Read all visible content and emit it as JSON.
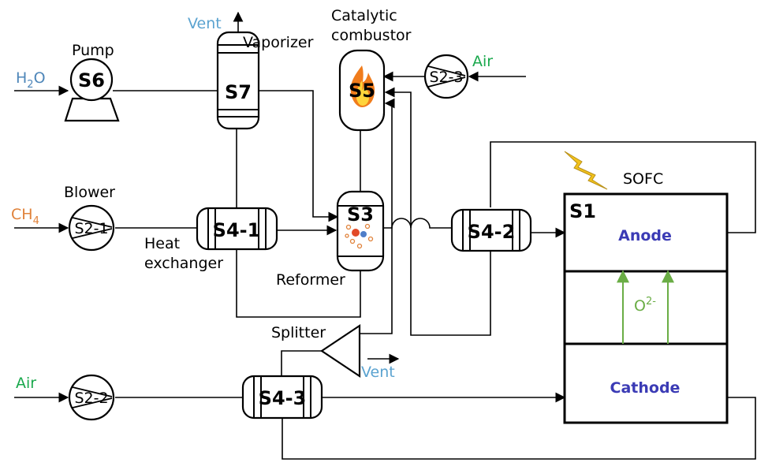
{
  "diagram": {
    "streams": {
      "h2o": "H2O",
      "ch4": "CH4",
      "air_top": "Air",
      "air_bottom": "Air",
      "vent_top": "Vent",
      "vent_bottom": "Vent",
      "oxide_ion": "O2-"
    },
    "units": {
      "s1": "S1",
      "s2_1": "S2-1",
      "s2_2": "S2-2",
      "s2_3": "S2-3",
      "s3": "S3",
      "s4_1": "S4-1",
      "s4_2": "S4-2",
      "s4_3": "S4-3",
      "s5": "S5",
      "s6": "S6",
      "s7": "S7"
    },
    "labels": {
      "pump": "Pump",
      "blower": "Blower",
      "vaporizer": "Vaporizer",
      "catalytic_line1": "Catalytic",
      "catalytic_line2": "combustor",
      "heat_line1": "Heat",
      "heat_line2": "exchanger",
      "reformer": "Reformer",
      "splitter": "Splitter",
      "sofc": "SOFC",
      "anode": "Anode",
      "cathode": "Cathode"
    },
    "colors": {
      "water": "#4e86b9",
      "vent": "#5ba3d0",
      "air": "#19a84c",
      "methane": "#e0823a",
      "electrode": "#3b3bb5",
      "ion_arrow": "#6aad45",
      "lightning": "#f2c21b",
      "flame": "#f07c1c"
    },
    "icons": [
      "lightning-icon",
      "flame-icon",
      "catalyst-particles-icon"
    ]
  }
}
